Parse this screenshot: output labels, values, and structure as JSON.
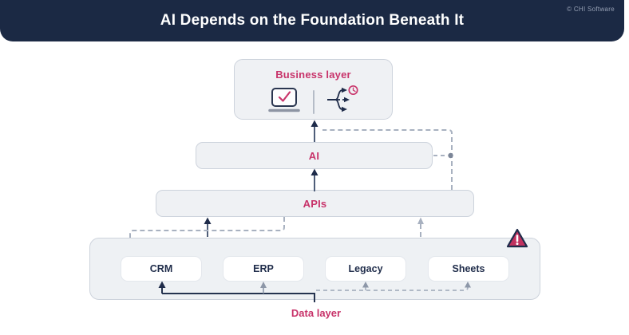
{
  "header": {
    "title": "AI Depends on the Foundation Beneath It",
    "copyright": "© CHI Software"
  },
  "diagram": {
    "business_layer": {
      "label": "Business layer"
    },
    "ai_layer": {
      "label": "AI"
    },
    "api_layer": {
      "label": "APIs"
    },
    "data_layer": {
      "label": "Data layer",
      "systems": [
        {
          "label": "CRM"
        },
        {
          "label": "ERP"
        },
        {
          "label": "Legacy"
        },
        {
          "label": "Sheets"
        }
      ]
    }
  },
  "icons": {
    "laptop_check": "laptop-check-icon",
    "branch_arrows": "branch-arrows-icon",
    "clock": "clock-icon",
    "warning": "warning-triangle-icon"
  },
  "colors": {
    "header_navy": "#1b2944",
    "accent_crimson": "#c8336a",
    "panel_fill": "#eff1f4",
    "panel_border": "#cdd3dc",
    "dashed_gray": "#a8b1c0",
    "arrow_navy": "#1f2c4a",
    "arrow_slate": "#4f5e79",
    "white": "#ffffff"
  }
}
